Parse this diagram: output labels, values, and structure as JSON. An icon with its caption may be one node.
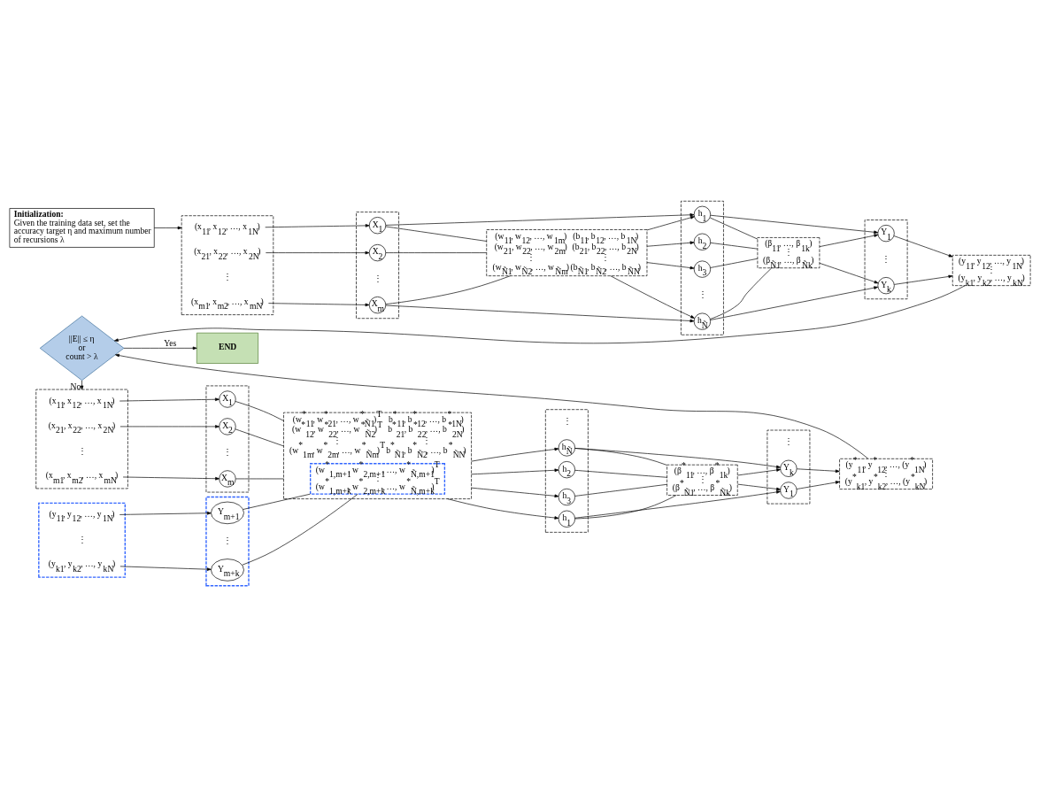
{
  "diagram": {
    "nodes": [
      {
        "text": [
          "Initialization:",
          "Given the training data set, set the accuracy target η and maximum number of recursions λ"
        ]
      },
      {
        "text": [],
        "shape": "box"
      },
      {
        "text": [
          "(x$_{11}$, x$_{12}$, …, x$_{1N}$)"
        ],
        "in": 1
      },
      {
        "text": [
          "(x$_{21}$, x$_{22}$, …, x$_{2N}$)"
        ],
        "in": 1
      },
      {
        "text": [
          "(x$_{m1}$, x$_{m2}$, …, x$_{mN}$)"
        ],
        "in": 1
      },
      {
        "text": [],
        "shape": "box"
      },
      {
        "text": [
          "X$_{1}$"
        ],
        "in": 5
      },
      {
        "text": [
          "X$_{2}$"
        ],
        "in": 5
      },
      {
        "text": [
          "X$_{m}$"
        ],
        "in": 5
      },
      {
        "text": [
          "(w$_{11}$, w$_{12}$, …, w$_{1m}$)",
          "(b$_{11}$, b$_{12}$, …, b$_{1N}$)",
          "(w$_{21}$, w$_{22}$, …, w$_{2m}$)",
          "(b$_{21}$, b$_{22}$, …, b$_{2N}$)",
          "⋮",
          "⋮",
          "(w$_{Ñ1}$, w$_{Ñ2}$, …, w$_{Ñm}$)",
          "(b$_{Ñ1}$, b$_{Ñ2}$, …, b$_{ÑN}$)"
        ]
      },
      {
        "text": [],
        "shape": "box"
      },
      {
        "text": [
          "h$_{1}$"
        ],
        "in": 10
      },
      {
        "text": [
          "h$_{2}$"
        ],
        "in": 10
      },
      {
        "text": [
          "h$_{3}$"
        ],
        "in": 10
      },
      {
        "text": [
          "h$_{Ñ}$"
        ],
        "in": 10
      },
      {
        "text": [
          "(β$_{11}$, …, β$_{1k}$)",
          "⋮",
          "(β$_{Ñ1}$, …, β$_{Ñk}$)"
        ]
      },
      {
        "text": [],
        "shape": "box"
      },
      {
        "text": [
          "Y$_{1}$"
        ],
        "in": 16
      },
      {
        "text": [
          "Y$_{k}$"
        ],
        "in": 16
      },
      {
        "text": [
          "(y$_{11}$, y$_{12}$, …, y$_{1N}$)",
          "⋮",
          "(y$_{k1}$, y$_{k2}$, …, y$_{kN}$)"
        ]
      },
      {
        "text": [
          "||E|| ≤ η",
          "or",
          "count > λ"
        ]
      },
      {
        "text": [
          "END"
        ]
      },
      {
        "text": [],
        "shape": "box"
      },
      {
        "text": [
          "(x$_{11}$, x$_{12}$, …, x$_{1N}$)"
        ],
        "in": 22
      },
      {
        "text": [
          "(x$_{21}$, x$_{22}$, …, x$_{2N}$)"
        ],
        "in": 22
      },
      {
        "text": [
          "(x$_{m1}$, x$_{m2}$, …, x$_{mN}$)"
        ],
        "in": 22
      },
      {
        "text": [],
        "shape": "box"
      },
      {
        "text": [
          "(y$_{11}$, y$_{12}$, …, y$_{1N}$)"
        ],
        "in": 26
      },
      {
        "text": [
          "(y$_{k1}$, y$_{k2}$, …, y$_{kN}$)"
        ],
        "in": 26
      },
      {
        "text": [],
        "shape": "box"
      },
      {
        "text": [
          "X$_{1}$"
        ],
        "in": 29
      },
      {
        "text": [
          "X$_{2}$"
        ],
        "in": 29
      },
      {
        "text": [
          "X$_{m}$"
        ],
        "in": 29
      },
      {
        "text": [],
        "shape": "box"
      },
      {
        "text": [
          "Y$_{m+1}$"
        ],
        "in": 33
      },
      {
        "text": [
          "Y$_{m+k}$"
        ],
        "in": 33
      },
      {
        "text": [
          "(w$^{*}$$_{11}$, w$^{*}$$_{21}$, …, w$^{*}$$_{Ñ1}$)$^{T}$",
          "b$^{*}$$_{11}$, b$^{*}$$_{12}$, …, b$^{*}$$_{1N}$)",
          "(w$^{*}$$_{12}$, w$^{*}$$_{22}$, …, w$^{*}$$_{Ñ2}$)$^{T}$",
          "b$^{*}$$_{21}$, b$^{*}$$_{22}$, …, b$^{*}$$_{2N}$)",
          "⋮",
          "⋮",
          "(w$^{*}$$_{1m}$, w$^{*}$$_{2m}$, …, w$^{*}$$_{Ñm}$)$^{T}$",
          "b$^{*}$$_{Ñ1}$, b$^{*}$$_{Ñ2}$, …, b$^{*}$$_{ÑN}$)"
        ]
      },
      {
        "text": [
          "(w$^{*}$$_{1,m+1}$, w$^{*}$$_{2,m+1}$, …, w$^{*}$$_{Ñ,m+1}$)$^{T}$",
          "⋮",
          "(w$^{*}$$_{1,m+k}$, w$^{*}$$_{2,m+k}$, …, w$^{*}$$_{Ñ,m+k}$)$^{T}$"
        ],
        "in": 36
      },
      {
        "text": [],
        "shape": "box"
      },
      {
        "text": [
          "h$_{1}$"
        ],
        "in": 38
      },
      {
        "text": [
          "h$_{2}$"
        ],
        "in": 38
      },
      {
        "text": [
          "h$_{3}$"
        ],
        "in": 38
      },
      {
        "text": [
          "h$_{Ñ}$"
        ],
        "in": 38
      },
      {
        "text": [
          "(β$^{*}$$_{11}$, …, β$^{*}$$_{1k}$)",
          "⋮",
          "(β$^{*}$$_{Ñ1}$, …, β$^{*}$$_{Ñk}$)"
        ]
      },
      {
        "text": [],
        "shape": "box"
      },
      {
        "text": [
          "Y$_{1}$"
        ],
        "in": 44
      },
      {
        "text": [
          "Y$_{k}$"
        ],
        "in": 44
      },
      {
        "text": [
          "(y$^{*}$$_{11}$, y$^{*}$$_{12}$, …, (y$^{*}$$_{1N}$)",
          "⋮",
          "(y$^{*}$$_{k1}$, y$^{*}$$_{k2}$, …, (y$^{*}$$_{kN}$)"
        ]
      }
    ],
    "edges": [
      {
        "from": 0,
        "to": 1,
        "arrow": "to"
      },
      {
        "from": 2,
        "to": 6,
        "arrow": "to"
      },
      {
        "from": 3,
        "to": 7,
        "arrow": "to"
      },
      {
        "from": 4,
        "to": 8,
        "arrow": "to"
      },
      {
        "from": 6,
        "to": 9,
        "arrow": "none"
      },
      {
        "from": 7,
        "to": 9,
        "arrow": "none"
      },
      {
        "from": 8,
        "to": 9,
        "arrow": "none"
      },
      {
        "from": 6,
        "to": 11,
        "arrow": "to"
      },
      {
        "from": 9,
        "to": 11,
        "arrow": "to"
      },
      {
        "from": 9,
        "to": 12,
        "arrow": "to"
      },
      {
        "from": 9,
        "to": 13,
        "arrow": "to"
      },
      {
        "from": 9,
        "to": 14,
        "arrow": "to"
      },
      {
        "from": 8,
        "to": 14,
        "arrow": "to"
      },
      {
        "from": 11,
        "to": 15,
        "arrow": "none"
      },
      {
        "from": 12,
        "to": 15,
        "arrow": "none"
      },
      {
        "from": 13,
        "to": 15,
        "arrow": "none"
      },
      {
        "from": 14,
        "to": 15,
        "arrow": "none"
      },
      {
        "from": 11,
        "to": 17,
        "arrow": "to"
      },
      {
        "from": 15,
        "to": 17,
        "arrow": "to"
      },
      {
        "from": 15,
        "to": 18,
        "arrow": "to"
      },
      {
        "from": 14,
        "to": 18,
        "arrow": "to"
      },
      {
        "from": 17,
        "to": 19,
        "arrow": "to"
      },
      {
        "from": 18,
        "to": 19,
        "arrow": "to"
      },
      {
        "from": 19,
        "to": 20,
        "arrow": "to"
      },
      {
        "from": 20,
        "to": 21,
        "arrow": "to",
        "label": "Yes"
      },
      {
        "from": 20,
        "to": 22,
        "arrow": "to",
        "label": "No"
      },
      {
        "from": 23,
        "to": 30,
        "arrow": "to"
      },
      {
        "from": 24,
        "to": 31,
        "arrow": "to"
      },
      {
        "from": 25,
        "to": 32,
        "arrow": "to"
      },
      {
        "from": 27,
        "to": 34,
        "arrow": "to"
      },
      {
        "from": 28,
        "to": 35,
        "arrow": "to"
      },
      {
        "from": 30,
        "to": 36,
        "arrow": "none"
      },
      {
        "from": 31,
        "to": 36,
        "arrow": "none"
      },
      {
        "from": 32,
        "to": 36,
        "arrow": "none"
      },
      {
        "from": 34,
        "to": 37,
        "arrow": "none"
      },
      {
        "from": 35,
        "to": 37,
        "arrow": "none"
      },
      {
        "from": 36,
        "to": 39,
        "arrow": "to"
      },
      {
        "from": 36,
        "to": 40,
        "arrow": "to"
      },
      {
        "from": 36,
        "to": 41,
        "arrow": "to"
      },
      {
        "from": 36,
        "to": 42,
        "arrow": "to"
      },
      {
        "from": 39,
        "to": 43,
        "arrow": "none"
      },
      {
        "from": 40,
        "to": 43,
        "arrow": "none"
      },
      {
        "from": 41,
        "to": 43,
        "arrow": "none"
      },
      {
        "from": 42,
        "to": 43,
        "arrow": "none"
      },
      {
        "from": 39,
        "to": 45,
        "arrow": "to"
      },
      {
        "from": 43,
        "to": 45,
        "arrow": "to"
      },
      {
        "from": 43,
        "to": 46,
        "arrow": "to"
      },
      {
        "from": 42,
        "to": 46,
        "arrow": "to"
      },
      {
        "from": 45,
        "to": 47,
        "arrow": "to"
      },
      {
        "from": 46,
        "to": 47,
        "arrow": "to"
      },
      {
        "from": 47,
        "to": 20,
        "arrow": "to"
      }
    ],
    "labels": [
      "⋮",
      "⋮",
      "⋮",
      "⋮",
      "⋮",
      "⋮",
      "⋮",
      "⋮",
      "⋮",
      "⋮"
    ]
  }
}
